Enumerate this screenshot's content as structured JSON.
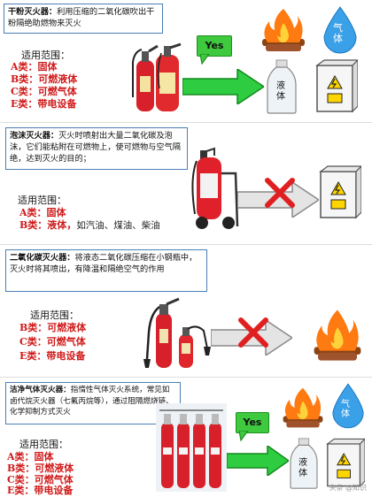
{
  "sections": [
    {
      "name": "干粉灭火器：",
      "desc": "利用压缩的二氧化碳吹出干粉隔绝助燃物来灭火",
      "scope_title": "适用范围：",
      "scope": [
        {
          "label": "A类：固体"
        },
        {
          "label": "B类：可燃液体"
        },
        {
          "label": "C类：可燃气体"
        },
        {
          "label": "E类：带电设备"
        }
      ],
      "bubble": "Yes",
      "bottle_label": "液体"
    },
    {
      "name": "泡沫灭火器：",
      "desc": "灭火时喷射出大量二氧化碳及泡沫，它们能粘附在可燃物上，使可燃物与空气隔绝，达到灭火的目的；",
      "scope_title": "适用范围：",
      "scope": [
        {
          "label": "A类：固体"
        },
        {
          "label": "B类：液体，",
          "extra": "如汽油、煤油、柴油"
        }
      ]
    },
    {
      "name": "二氧化碳灭火器：",
      "desc": "将液态二氧化碳压缩在小钢瓶中，灭火时将其喷出，有降温和隔绝空气的作用",
      "scope_title": "适用范围：",
      "scope": [
        {
          "label": "B类：可燃液体"
        },
        {
          "label": "C类：可燃气体"
        },
        {
          "label": "E类：带电设备"
        }
      ]
    },
    {
      "name": "洁净气体灭火器：",
      "desc": "指惰性气体灭火系统，常见如卤代烷灭火器（七氟丙烷等），通过阻隔燃烧链、化学抑制方式灭火",
      "scope_title": "适用范围：",
      "scope": [
        {
          "label": "A类：固体"
        },
        {
          "label": "B类：可燃液体"
        },
        {
          "label": "C类：可燃气体"
        },
        {
          "label": "E类：带电设备"
        }
      ],
      "bubble": "Yes",
      "bottle_label": "液体"
    }
  ],
  "top_gas_label": "气体",
  "bottom_gas_label": "气体",
  "footer": "头条 @知识"
}
